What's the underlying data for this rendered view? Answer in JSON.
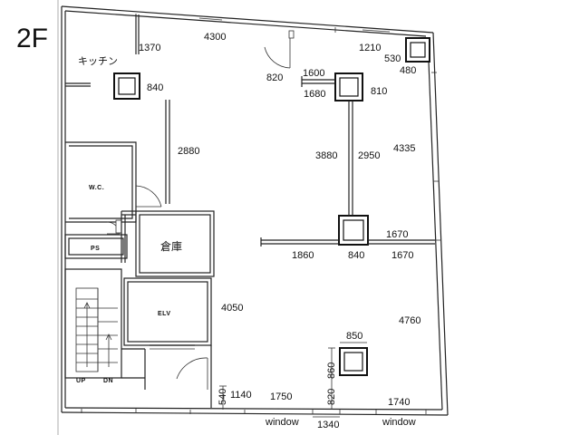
{
  "floor_label": "2F",
  "rooms": {
    "kitchen": "キッチン",
    "wc": "W.C.",
    "ps": "PS",
    "storage": "倉庫",
    "elevator": "ELV",
    "stair_up": "UP",
    "stair_dn": "DN"
  },
  "dimensions": {
    "d1370": "1370",
    "d4300": "4300",
    "d1210": "1210",
    "d530": "530",
    "d480": "480",
    "d820_top": "820",
    "d1600": "1600",
    "d1680": "1680",
    "d810": "810",
    "d840_top": "840",
    "d2880": "2880",
    "d3880": "3880",
    "d2950": "2950",
    "d4335": "4335",
    "d1670_top": "1670",
    "d1860": "1860",
    "d840_mid": "840",
    "d1670_mid": "1670",
    "d4050": "4050",
    "d4760": "4760",
    "d850": "850",
    "d860": "860",
    "d540": "540",
    "d1140": "1140",
    "d1750": "1750",
    "d820_bot": "820",
    "d1740": "1740",
    "d1340": "1340"
  },
  "windows": {
    "left": "window",
    "right": "window"
  }
}
